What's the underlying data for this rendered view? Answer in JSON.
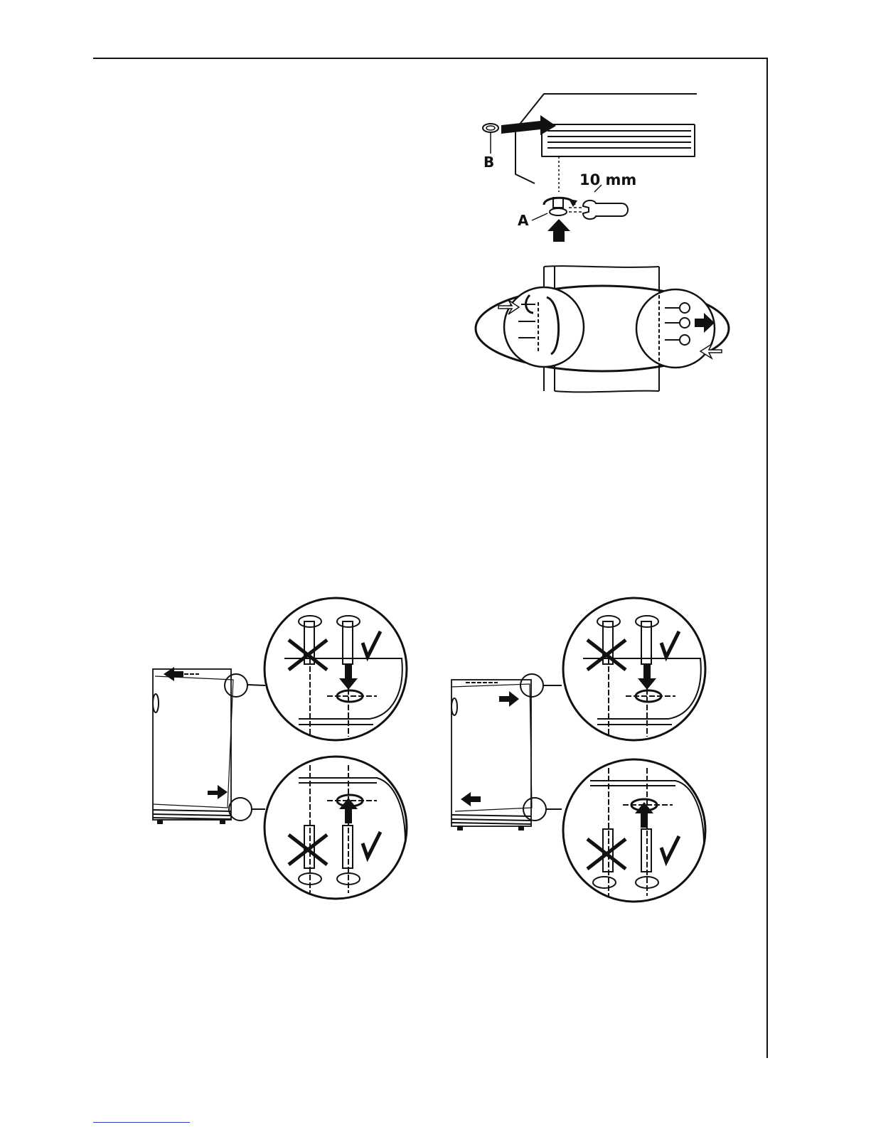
{
  "figure_top": {
    "label_b": "B",
    "label_a": "A",
    "wrench_size": "10 mm"
  }
}
